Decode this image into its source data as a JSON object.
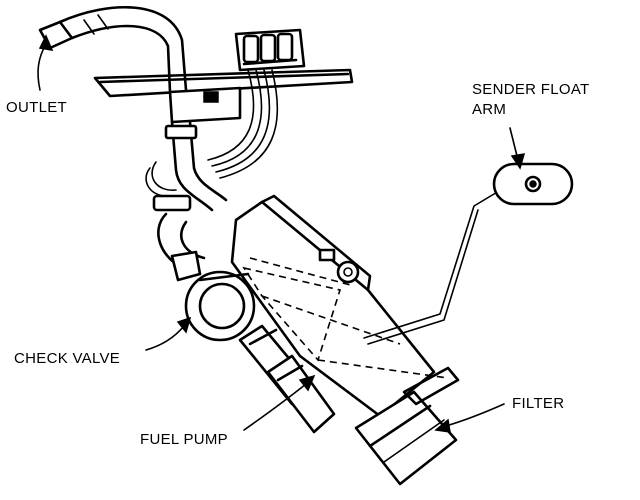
{
  "labels": {
    "outlet": "OUTLET",
    "sender_float_arm_line1": "SENDER FLOAT",
    "sender_float_arm_line2": "ARM",
    "check_valve": "CHECK VALVE",
    "fuel_pump": "FUEL PUMP",
    "filter": "FILTER"
  }
}
